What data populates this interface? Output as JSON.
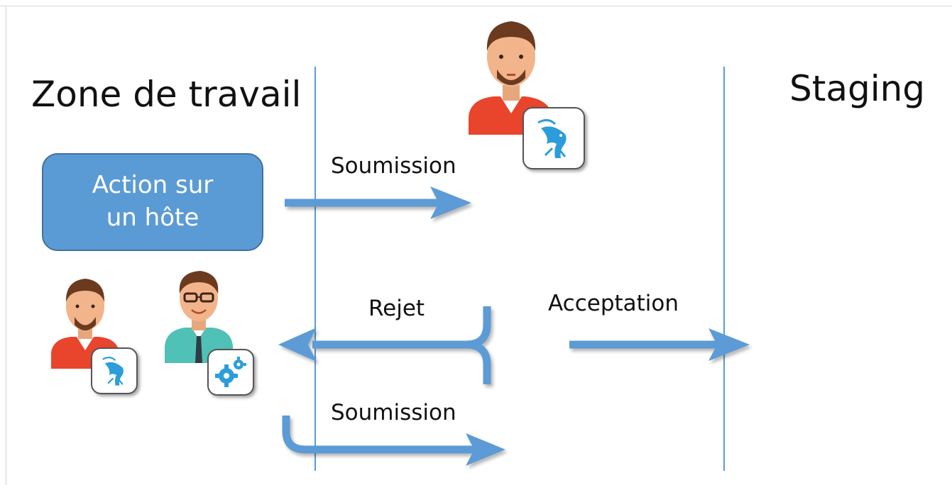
{
  "lanes": {
    "left_title": "Zone de travail",
    "right_title": "Staging"
  },
  "action_box": {
    "line1": "Action sur",
    "line2": "un hôte"
  },
  "arrows": {
    "submit_top": "Soumission",
    "reject": "Rejet",
    "accept": "Acceptation",
    "submit_bottom": "Soumission"
  },
  "icons": {
    "reviewer": "bearded-man-avatar-icon",
    "reviewer_badge": "hydra-logo-icon",
    "operator_badge": "gears-icon"
  },
  "colors": {
    "accent": "#5b9bd5",
    "accent_border": "#41719c",
    "shirt_red": "#e8452c",
    "shirt_teal": "#4fc1b6"
  }
}
